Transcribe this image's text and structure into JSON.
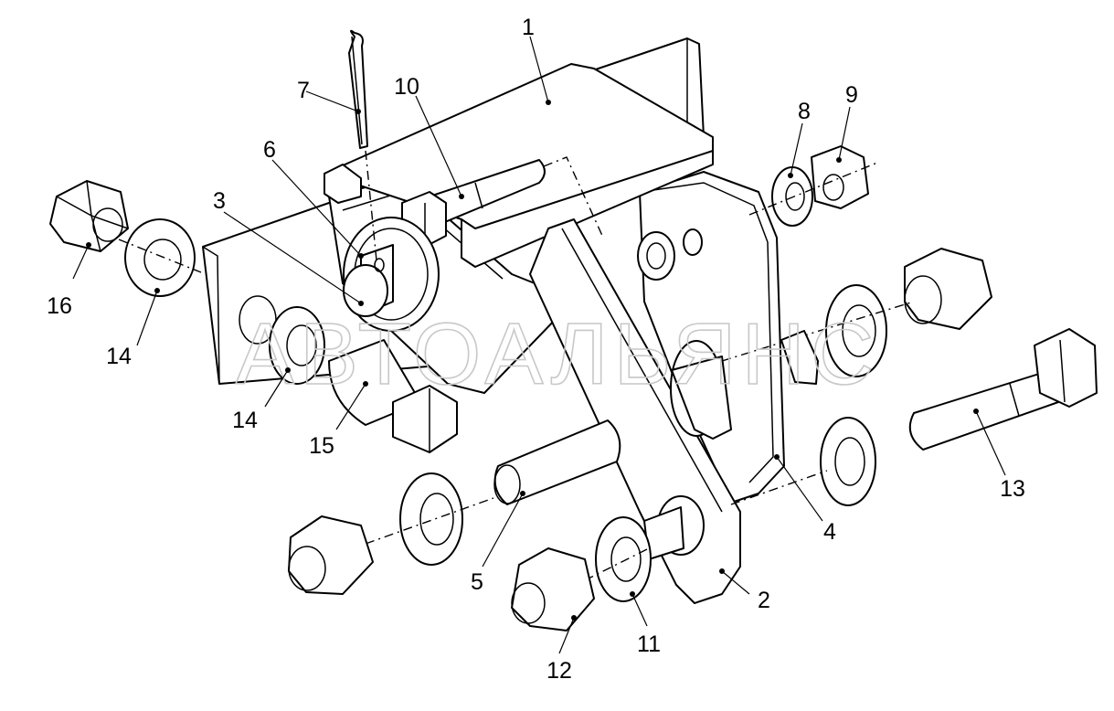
{
  "watermark": "АВТОАЛЬЯНС",
  "callouts": {
    "c1": "1",
    "c2": "2",
    "c3": "3",
    "c4": "4",
    "c5": "5",
    "c6": "6",
    "c7": "7",
    "c8": "8",
    "c9": "9",
    "c10": "10",
    "c11": "11",
    "c12": "12",
    "c13": "13",
    "c14a": "14",
    "c14b": "14",
    "c15": "15",
    "c16": "16"
  }
}
